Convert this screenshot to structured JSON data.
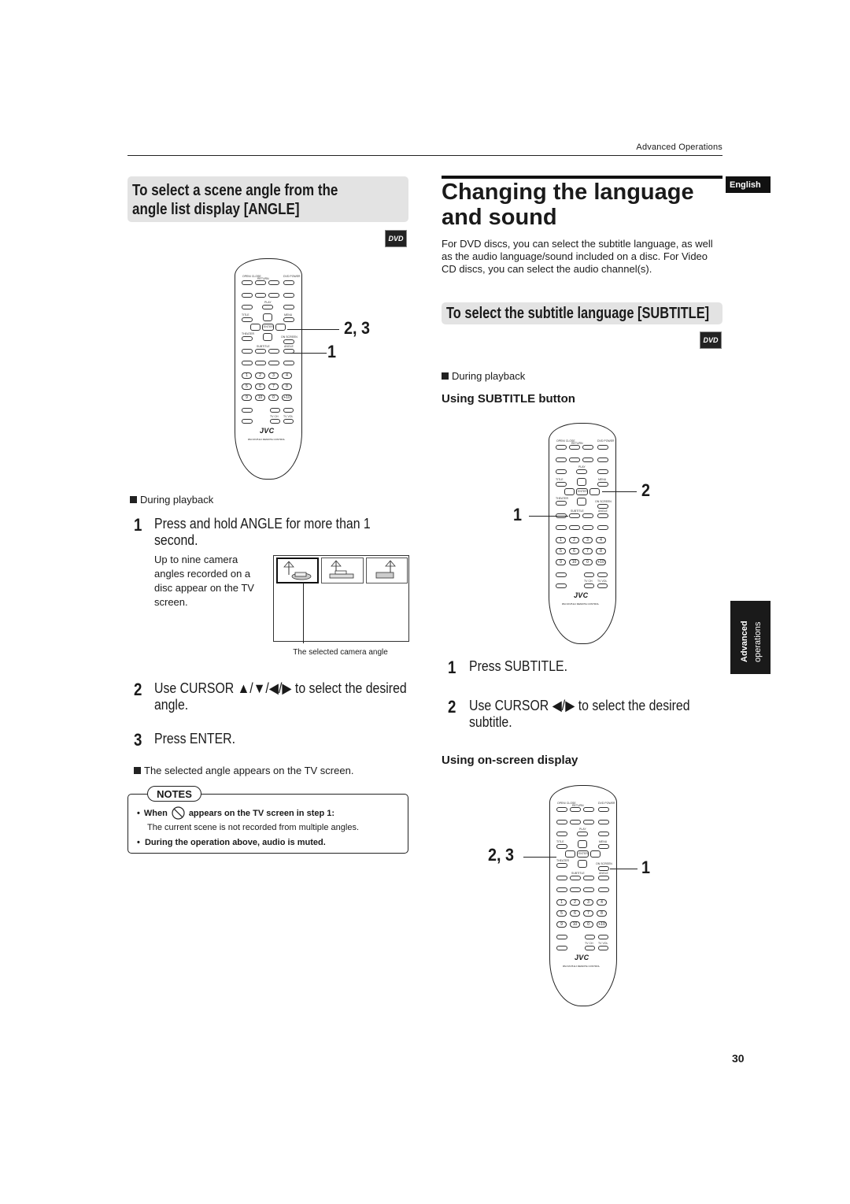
{
  "header": {
    "running_head": "Advanced Operations"
  },
  "angle_section": {
    "heading": "To select a scene angle from the angle list display [ANGLE]",
    "disc_badge": "DVD",
    "callout_top": "2, 3",
    "callout_bottom": "1",
    "during": "During playback",
    "step1_num": "1",
    "step1_text": "Press and hold ANGLE for more than 1 second.",
    "step1_detail": "Up to nine camera angles recorded on a disc appear on the TV screen.",
    "screen_caption": "The selected camera angle",
    "step2_num": "2",
    "step2_text": "Use CURSOR ▲/▼/◀/▶ to select the desired angle.",
    "step3_num": "3",
    "step3_text": "Press ENTER.",
    "result": "The selected angle appears on the TV screen.",
    "notes_label": "NOTES",
    "note1_a": "When",
    "note1_b": "appears on the TV screen in step 1:",
    "note1_detail": "The current scene is not recorded from multiple angles.",
    "note2": "During the operation above, audio is muted."
  },
  "language_section": {
    "title": "Changing the language and sound",
    "lang_tab": "English",
    "intro": "For DVD discs, you can select the subtitle language, as well as the audio language/sound included on a disc. For Video CD discs, you can select the audio channel(s).",
    "subtitle_heading": "To select the subtitle language [SUBTITLE]",
    "disc_badge": "DVD",
    "during": "During playback",
    "using_button": "Using SUBTITLE button",
    "callout_right": "2",
    "callout_left": "1",
    "step1_num": "1",
    "step1_text": "Press SUBTITLE.",
    "step2_num": "2",
    "step2_text": "Use CURSOR ◀/▶ to select the desired subtitle.",
    "using_onscreen": "Using on-screen display",
    "callout2_left": "2, 3",
    "callout2_right": "1"
  },
  "side_tab": {
    "line1": "Advanced",
    "line2": "operations"
  },
  "remote": {
    "brand": "JVC",
    "model": "RM-SXV511J REMOTE CONTROL",
    "open_close": "OPEN/ CLOSE",
    "return": "RETURN",
    "dvd_power": "DVD POWER",
    "play": "PLAY",
    "title": "TITLE",
    "menu": "MENU",
    "enter": "ENTER",
    "theater": "THEATER",
    "on_screen": "ON SCREEN",
    "subtitle": "SUBTITLE",
    "angle": "ANGLE",
    "numbers": [
      "1",
      "2",
      "3",
      "4",
      "5",
      "6",
      "7",
      "8",
      "9",
      "10",
      "0",
      "+10"
    ],
    "tv_ch": "TV CH",
    "tv_vol": "TV VOL"
  },
  "page_number": "30"
}
